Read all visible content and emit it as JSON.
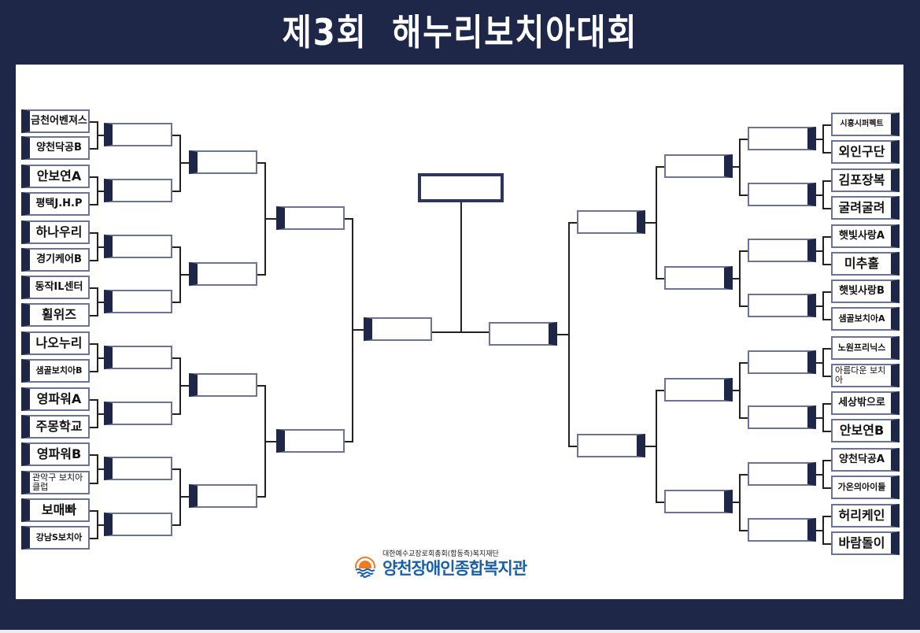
{
  "header": {
    "title_part1": "제3회",
    "title_part2": "해누리보치아대회"
  },
  "bracket": {
    "left_teams": [
      {
        "name": "금천어벤져스",
        "size": "m"
      },
      {
        "name": "양천닥공B",
        "size": "m"
      },
      {
        "name": "안보연A",
        "size": "l"
      },
      {
        "name": "평택J.H.P",
        "size": "m"
      },
      {
        "name": "하나우리",
        "size": "l"
      },
      {
        "name": "경기케어B",
        "size": "m"
      },
      {
        "name": "동작IL센터",
        "size": "m"
      },
      {
        "name": "휠위즈",
        "size": "l"
      },
      {
        "name": "나오누리",
        "size": "l"
      },
      {
        "name": "샘골보치아B",
        "size": "s"
      },
      {
        "name": "영파워A",
        "size": "l"
      },
      {
        "name": "주몽학교",
        "size": "l"
      },
      {
        "name": "영파워B",
        "size": "l"
      },
      {
        "name": "관악구 보치아클럽",
        "size": "two"
      },
      {
        "name": "보매빠",
        "size": "l"
      },
      {
        "name": "강남S보치아",
        "size": "s"
      }
    ],
    "right_teams": [
      {
        "name": "시흥시퍼펙트",
        "size": "xs"
      },
      {
        "name": "외인구단",
        "size": "l"
      },
      {
        "name": "김포장복",
        "size": "l"
      },
      {
        "name": "굴려굴려",
        "size": "l"
      },
      {
        "name": "햇빛사랑A",
        "size": "m"
      },
      {
        "name": "미추홀",
        "size": "l"
      },
      {
        "name": "햇빛사랑B",
        "size": "m"
      },
      {
        "name": "샘골보치아A",
        "size": "s"
      },
      {
        "name": "노원프리닉스",
        "size": "s"
      },
      {
        "name": "아름다운 보치아",
        "size": "two"
      },
      {
        "name": "세상밖으로",
        "size": "m"
      },
      {
        "name": "안보연B",
        "size": "l"
      },
      {
        "name": "양천닥공A",
        "size": "m"
      },
      {
        "name": "가온의아이들",
        "size": "s"
      },
      {
        "name": "허리케인",
        "size": "l"
      },
      {
        "name": "바람돌이",
        "size": "l"
      }
    ],
    "final_winner": ""
  },
  "footer": {
    "sponsor_sub": "대한예수교장로회총회(합동측)복지재단",
    "sponsor_main": "양천장애인종합복지관"
  },
  "colors": {
    "frame": "#1f2749",
    "box_border": "#6c7494",
    "logo_blue": "#1a5fa8",
    "logo_orange": "#f07a22"
  }
}
